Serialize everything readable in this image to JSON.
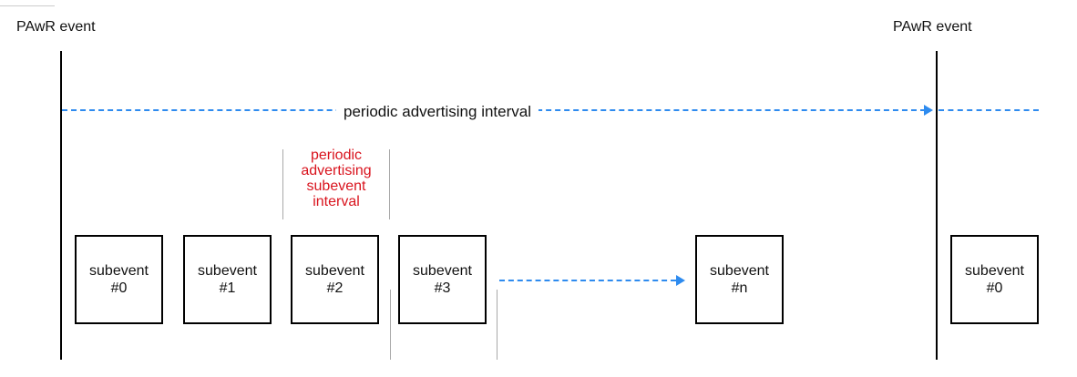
{
  "diagram": {
    "events": [
      {
        "label": "PAwR event"
      },
      {
        "label": "PAwR event"
      }
    ],
    "periodic_interval_label": "periodic advertising interval",
    "subevent_interval_label": [
      "periodic",
      "advertising",
      "subevent",
      "interval"
    ],
    "subevents": [
      {
        "line1": "subevent",
        "line2": "#0"
      },
      {
        "line1": "subevent",
        "line2": "#1"
      },
      {
        "line1": "subevent",
        "line2": "#2"
      },
      {
        "line1": "subevent",
        "line2": "#3"
      },
      {
        "line1": "subevent",
        "line2": "#n"
      },
      {
        "line1": "subevent",
        "line2": "#0"
      }
    ],
    "colors": {
      "arrow": "#2e8bef",
      "subevent_interval_text": "#d9141e",
      "event_line": "#000000",
      "guide_line": "#a9a9a9"
    }
  }
}
